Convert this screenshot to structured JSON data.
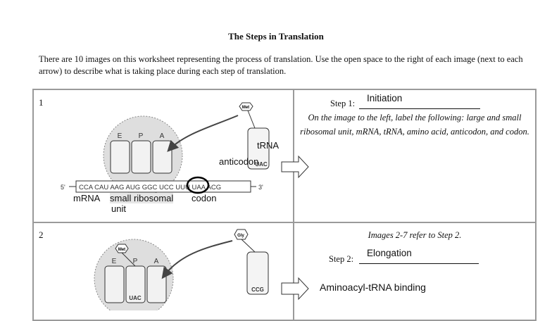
{
  "title": "The Steps in Translation",
  "intro": "There are 10 images on this worksheet representing the process of translation. Use the open space to the right of each image (next to each arrow) to describe what is taking place during each step of translation.",
  "panels": [
    {
      "number": "1",
      "step_label": "Step 1:",
      "step_answer": "Initiation",
      "instructions": "On the image to the left, label the following: large and small ribosomal unit, mRNA, tRNA, amino acid, anticodon, and codon.",
      "figure": {
        "site_labels": [
          "E",
          "P",
          "A"
        ],
        "amino_acid": "Met",
        "trna_anticodon": "UAC",
        "strand_left": "5'",
        "strand_right": "3'",
        "mrna_sequence": "CCA CAU AAG AUG GGC UCC UUU UAA ACG",
        "handwritten_labels": {
          "trna": "tRNA",
          "anticodon": "anticodon",
          "mrna": "mRNA",
          "small_ribosomal": "small ribosomal",
          "unit": "unit",
          "codon": "codon"
        }
      }
    },
    {
      "number": "2",
      "header_note": "Images 2-7 refer to Step 2.",
      "step_label": "Step 2:",
      "step_answer": "Elongation",
      "description": "Aminoacyl-tRNA binding",
      "figure": {
        "site_labels": [
          "E",
          "P",
          "A"
        ],
        "p_site_amino_acid": "Met",
        "incoming_amino_acid": "Gly",
        "p_site_anticodon": "UAC",
        "incoming_anticodon": "CCG"
      }
    }
  ]
}
